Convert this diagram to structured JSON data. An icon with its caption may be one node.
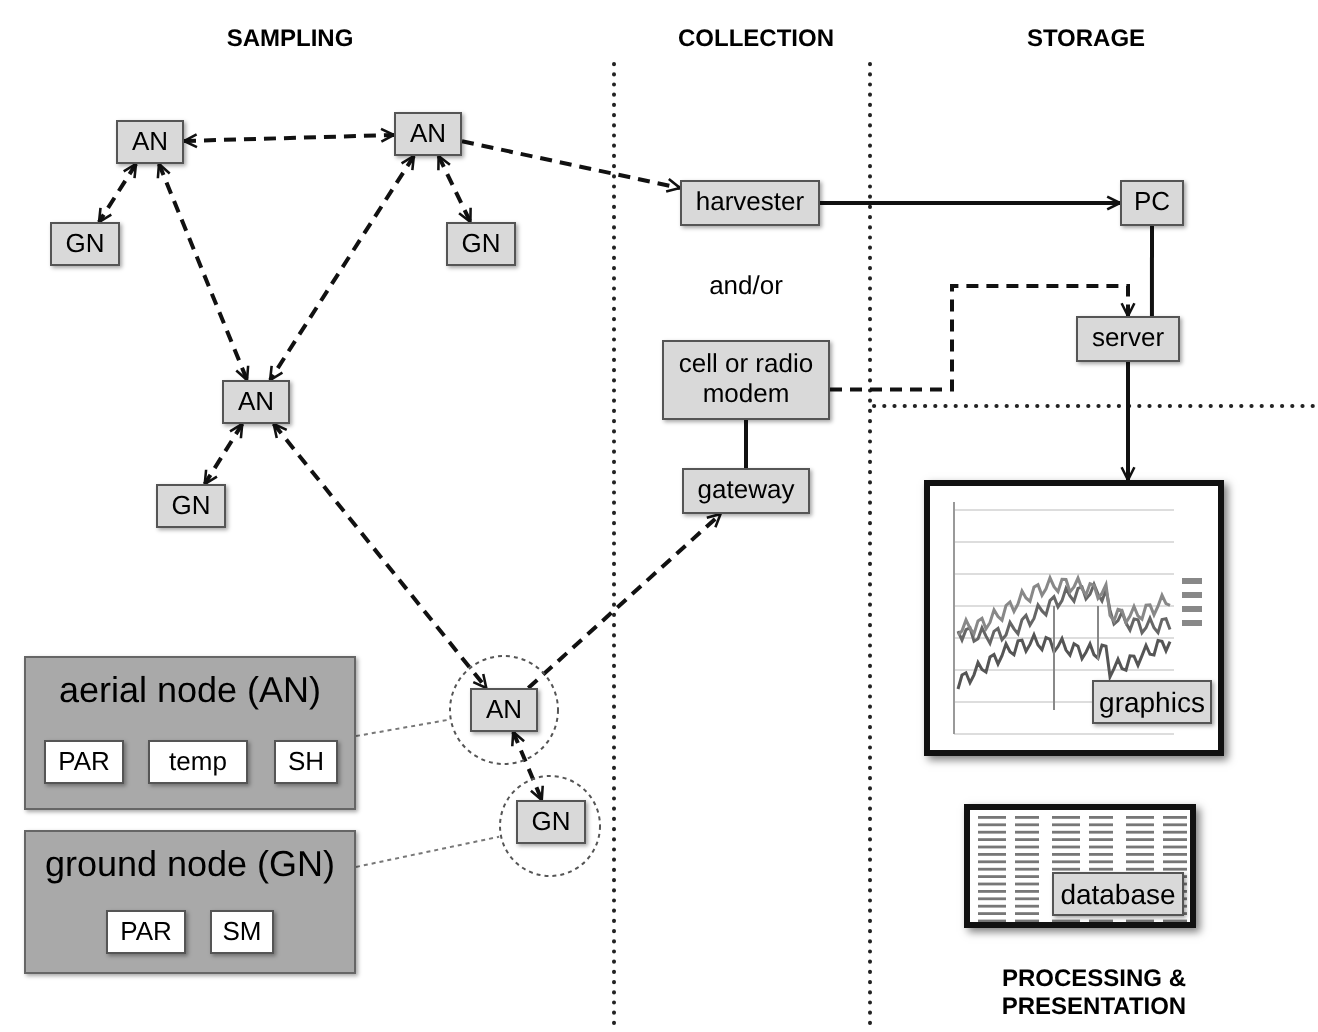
{
  "diagram": {
    "nodes": [
      {
        "text": [
          "AN"
        ]
      },
      {
        "text": [
          "AN"
        ]
      },
      {
        "text": [
          "GN"
        ]
      },
      {
        "text": [
          "GN"
        ]
      },
      {
        "text": [
          "AN"
        ]
      },
      {
        "text": [
          "GN"
        ]
      },
      {
        "text": [
          "harvester"
        ]
      },
      {
        "text": [
          "PC"
        ]
      },
      {
        "text": [
          "cell or radio modem"
        ]
      },
      {
        "text": [
          "server"
        ]
      },
      {
        "text": [
          "gateway"
        ]
      },
      {
        "text": [
          "aerial node (AN)"
        ]
      },
      {
        "text": [
          "PAR"
        ],
        "in": 11
      },
      {
        "text": [
          "temp"
        ],
        "in": 11
      },
      {
        "text": [
          "SH"
        ],
        "in": 11
      },
      {
        "text": [
          "ground node (GN)"
        ]
      },
      {
        "text": [
          "PAR"
        ],
        "in": 15
      },
      {
        "text": [
          "SM"
        ],
        "in": 15
      },
      {
        "text": [],
        "shape": "circle"
      },
      {
        "text": [
          "AN"
        ],
        "in": 18
      },
      {
        "text": [],
        "shape": "circle"
      },
      {
        "text": [
          "GN"
        ],
        "in": 20
      },
      {
        "text": [],
        "shape": "picture"
      },
      {
        "text": [
          "graphics"
        ],
        "in": 22
      },
      {
        "text": [],
        "shape": "picture"
      },
      {
        "text": [
          "database"
        ],
        "in": 24
      }
    ],
    "edges": [
      {
        "from": 0,
        "to": 1,
        "arrow": "both",
        "style": "dashed"
      },
      {
        "from": 0,
        "to": 2,
        "arrow": "both",
        "style": "dashed"
      },
      {
        "from": 0,
        "to": 4,
        "arrow": "both",
        "style": "dashed"
      },
      {
        "from": 1,
        "to": 4,
        "arrow": "both",
        "style": "dashed"
      },
      {
        "from": 1,
        "to": 3,
        "arrow": "both",
        "style": "dashed"
      },
      {
        "from": 4,
        "to": 5,
        "arrow": "both",
        "style": "dashed"
      },
      {
        "from": 1,
        "to": 6,
        "arrow": "to",
        "style": "dashed"
      },
      {
        "from": 4,
        "to": 19,
        "arrow": "both",
        "style": "dashed"
      },
      {
        "from": 19,
        "to": 21,
        "arrow": "both",
        "style": "dashed"
      },
      {
        "from": 19,
        "to": 10,
        "arrow": "to",
        "style": "dashed"
      },
      {
        "from": 10,
        "to": 8,
        "arrow": "none"
      },
      {
        "from": 6,
        "to": 7,
        "arrow": "to"
      },
      {
        "from": 7,
        "to": 9,
        "arrow": "none"
      },
      {
        "from": 8,
        "to": 9,
        "arrow": "to",
        "style": "dashed"
      },
      {
        "from": 9,
        "to": 22,
        "arrow": "to"
      },
      {
        "from": 11,
        "to": 18,
        "arrow": "none",
        "style": "dashed",
        "color": "#777777"
      },
      {
        "from": 15,
        "to": 20,
        "arrow": "none",
        "style": "dashed",
        "color": "#777777"
      }
    ],
    "labels": [
      "SAMPLING",
      "COLLECTION",
      "STORAGE",
      "and/or",
      "PROCESSING & PRESENTATION"
    ]
  }
}
